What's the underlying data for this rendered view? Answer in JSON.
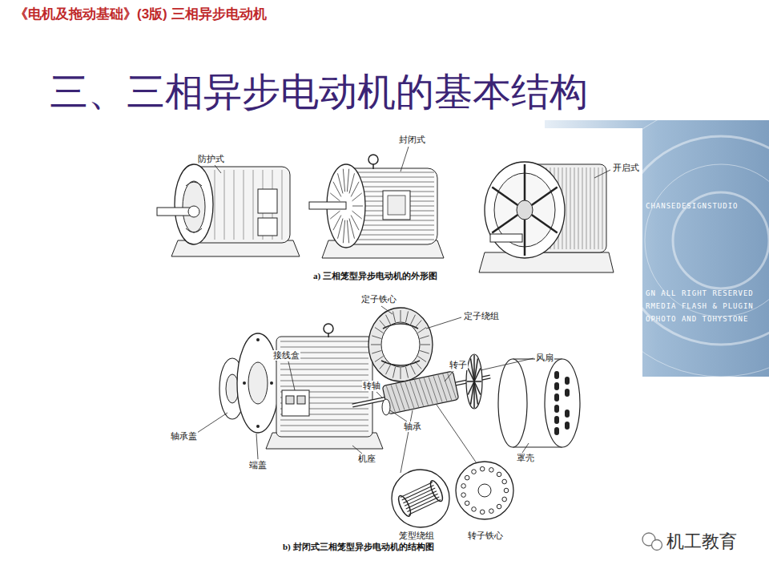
{
  "diagram": {
    "title": "三、三相异步电动机的基本结构",
    "labels": [
      "《电机及拖动基础》(3版) 三相异步电动机",
      "防护式",
      "封闭式",
      "开启式",
      "a) 三相笼型异步电动机的外形图",
      "定子铁心",
      "定子绕组",
      "接线盒",
      "风扇",
      "转轴",
      "转子",
      "轴承",
      "轴承盖",
      "端盖",
      "机座",
      "罩壳",
      "笼型绕组",
      "转子铁心",
      "b) 封闭式三相笼型异步电动机的结构图",
      "机工教育",
      "CHANSEDESIGNSTUDIO",
      "GN ALL RIGHT RESERVED",
      "RMEDIA FLASH & PLUGIN",
      "OPHOTO AND TOHYSTONE"
    ]
  }
}
